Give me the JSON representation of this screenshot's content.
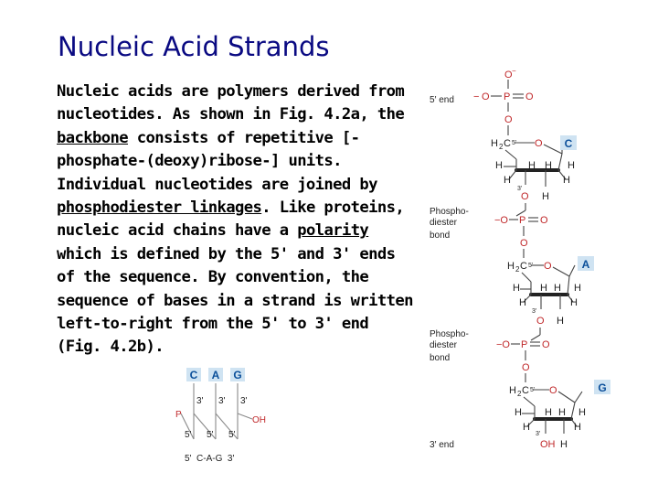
{
  "title": "Nucleic Acid Strands",
  "paragraph": {
    "part1": "Nucleic acids are polymers derived from nucleotides. As shown in Fig. 4.2a, the ",
    "backbone": "backbone",
    "part2": " consists of repetitive [-phosphate-(deoxy)ribose-] units. Individual nucleotides are joined by ",
    "linkage": "phosphodiester linkages",
    "part3": ". Like proteins, nucleic acid chains have a ",
    "polarity": "polarity",
    "part4": " which is defined by the 5' and 3' ends of the sequence. By convention, the sequence of bases in a strand is written left-to-right from the 5' to 3' end (Fig. 4.2b)."
  },
  "schematic": {
    "bases": [
      "C",
      "A",
      "G"
    ],
    "three_prime": "3'",
    "five_prime": "5'",
    "p_label": "P",
    "oh_label": "OH",
    "footer": "5'  C-A-G  3'"
  },
  "structure": {
    "five_end": "5′ end",
    "three_end": "3′ end",
    "phospho_label": [
      "Phospho-",
      "diester",
      "bond"
    ],
    "bases": [
      "C",
      "A",
      "G"
    ],
    "colors": {
      "oxygen": "#c0282a",
      "base_box": "#cfe3f2",
      "base_text": "#0b4f9a",
      "title": "#0a0a82"
    }
  }
}
